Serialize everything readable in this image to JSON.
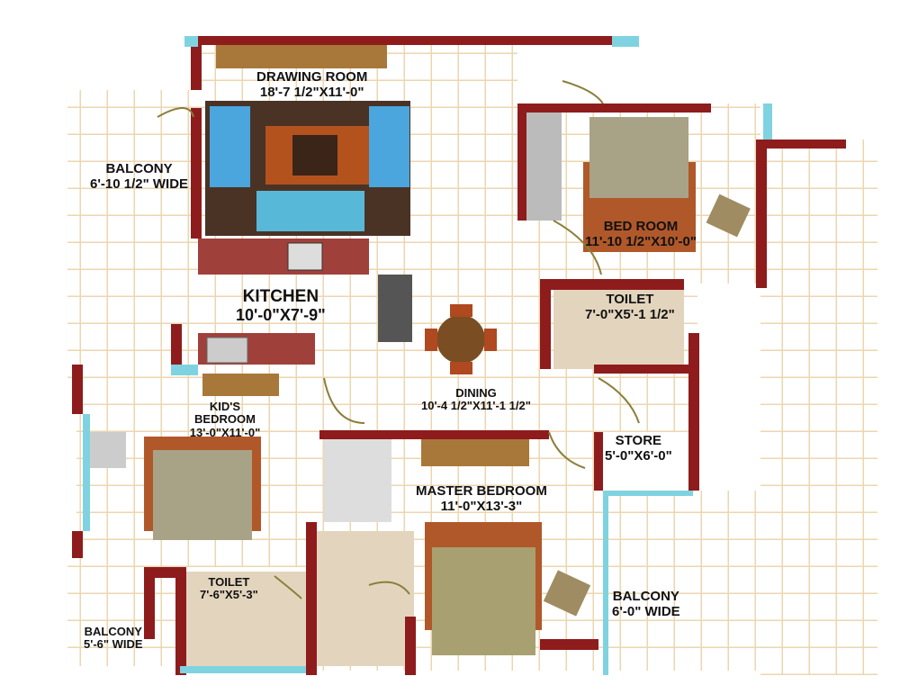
{
  "colors": {
    "wall": "#8e1c1c",
    "grid": "#ecd6b0",
    "window": "#7fd3e0",
    "floor": "#ffffff",
    "toilet_floor": "#e3d5bd"
  },
  "rooms": [
    {
      "name": "DRAWING ROOM",
      "dims": "18'-7 1/2\"X11'-0\""
    },
    {
      "name": "BALCONY",
      "dims": "6'-10 1/2\" WIDE"
    },
    {
      "name": "BED ROOM",
      "dims": "11'-10 1/2\"X10'-0\""
    },
    {
      "name": "KITCHEN",
      "dims": "10'-0\"X7'-9\""
    },
    {
      "name": "TOILET",
      "dims": "7'-0\"X5'-1 1/2\""
    },
    {
      "name": "DINING",
      "dims": "10'-4 1/2\"X11'-1 1/2\""
    },
    {
      "name": "KID'S BEDROOM",
      "dims": "13'-0\"X11'-0\""
    },
    {
      "name": "STORE",
      "dims": "5'-0\"X6'-0\""
    },
    {
      "name": "MASTER BEDROOM",
      "dims": "11'-0\"X13'-3\""
    },
    {
      "name": "TOILET",
      "dims": "7'-6\"X5'-3\""
    },
    {
      "name": "BALCONY",
      "dims": "6'-0\" WIDE"
    },
    {
      "name": "BALCONY",
      "dims": "5'-6\" WIDE"
    }
  ]
}
